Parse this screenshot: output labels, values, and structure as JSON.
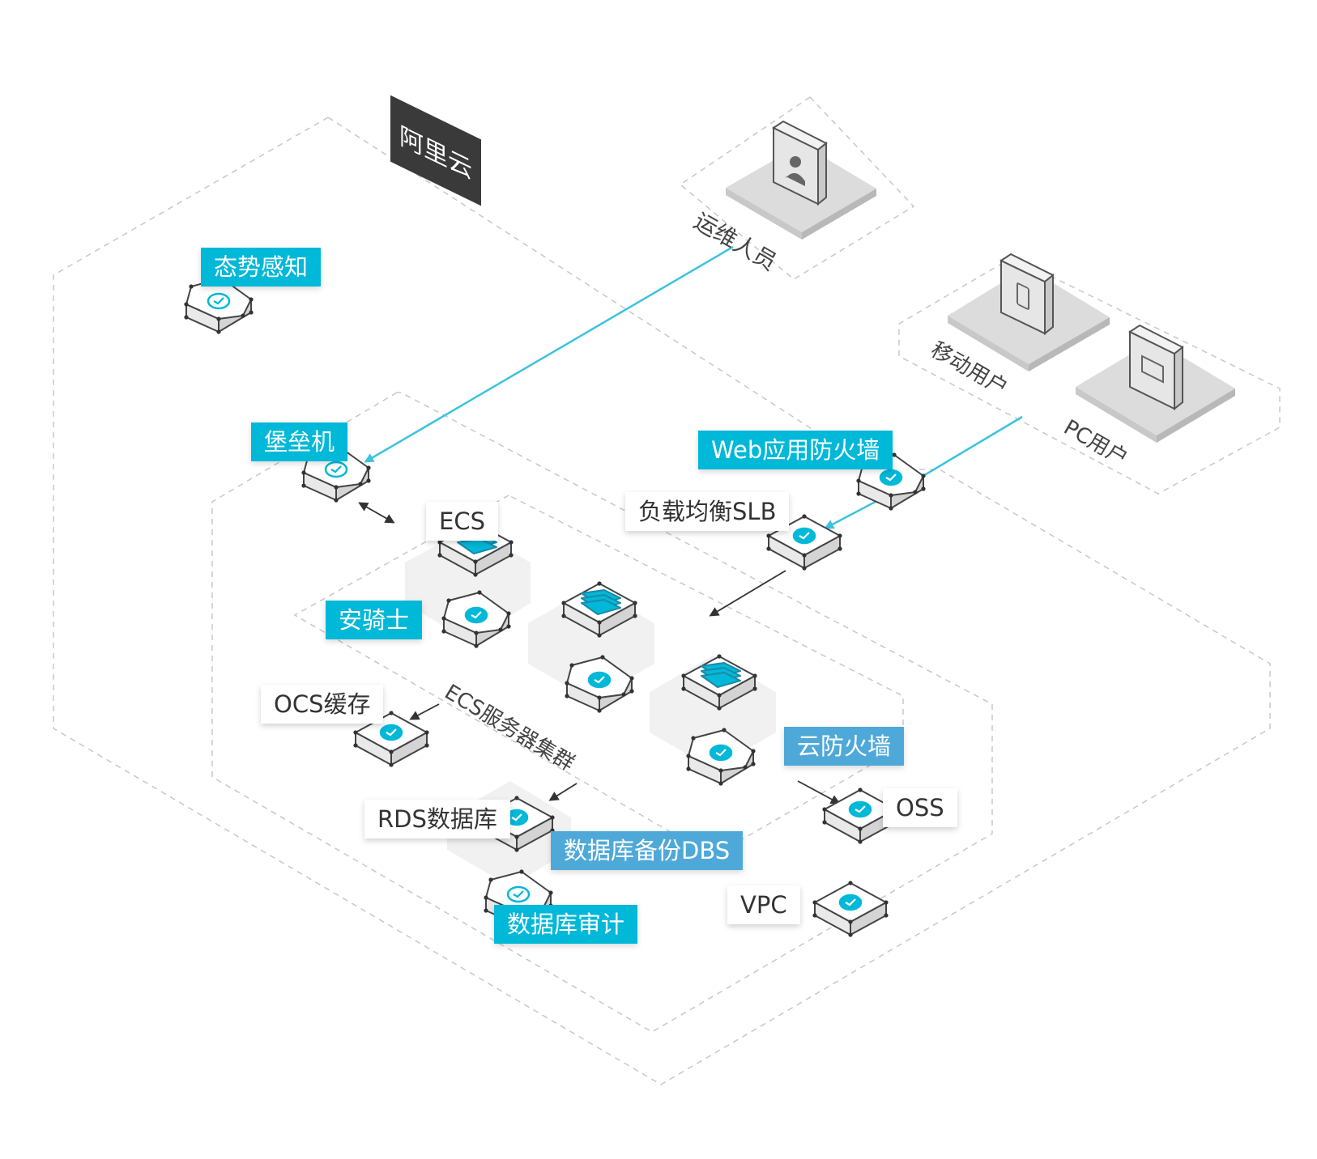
{
  "region_tag": "阿里云",
  "users": {
    "ops": "运维人员",
    "mobile": "移动用户",
    "pc": "PC用户"
  },
  "cluster_label": "ECS服务器集群",
  "labels": {
    "situation": "态势感知",
    "bastion": "堡垒机",
    "waf": "Web应用防火墙",
    "slb": "负载均衡SLB",
    "ecs": "ECS",
    "aegis": "安骑士",
    "ocs": "OCS缓存",
    "cloud_firewall": "云防火墙",
    "oss": "OSS",
    "rds": "RDS数据库",
    "dbs": "数据库备份DBS",
    "db_audit": "数据库审计",
    "vpc": "VPC"
  },
  "colors": {
    "accent_cyan": "#00b8d8",
    "accent_blue": "#4fa9d8",
    "flow_line": "#3bc3de",
    "dark_arrow": "#333333",
    "region_tag_bg": "#3a3a3a"
  }
}
